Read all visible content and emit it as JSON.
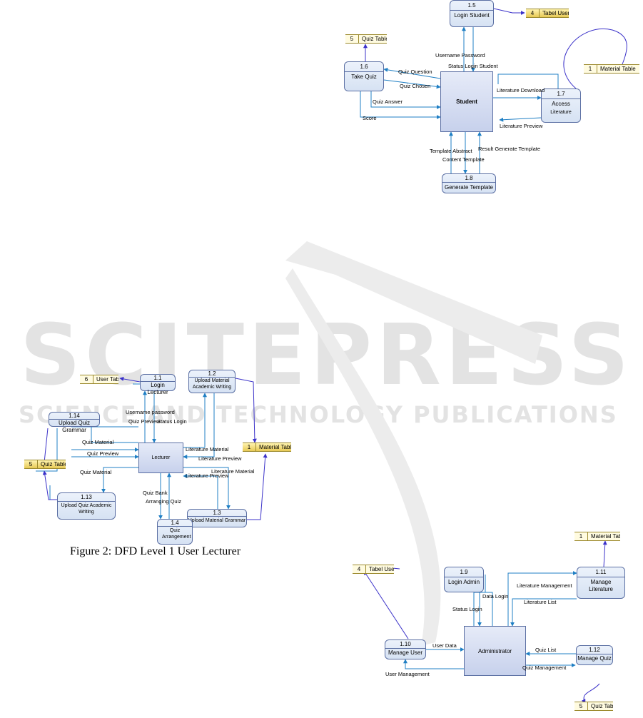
{
  "watermark": {
    "line1": "SCITEPRESS",
    "line2": "SCIENCE AND TECHNOLOGY PUBLICATIONS"
  },
  "student": {
    "entity": "Student",
    "processes": [
      {
        "num": "1.5",
        "name": "Login Student"
      },
      {
        "num": "1.6",
        "name": "Take Quiz"
      },
      {
        "num": "1.7",
        "name": "Access",
        "sub": "Literature"
      },
      {
        "num": "1.8",
        "name": "Generate Template"
      }
    ],
    "stores": [
      {
        "id": "4",
        "name": "Tabel User"
      },
      {
        "id": "5",
        "name": "Quiz Table"
      },
      {
        "id": "1",
        "name": "Material Table"
      }
    ],
    "flows": [
      "Username Password",
      "Status Login Student",
      "Quiz Question",
      "Quiz Chosen",
      "Quiz Answer",
      "Score",
      "Literature Download",
      "Literature Preview",
      "Template Abstract",
      "Content Template",
      "Result Generate Template"
    ]
  },
  "lecturer": {
    "entity": "Lecturer",
    "processes": [
      {
        "num": "1.1",
        "name": "Login Lecturer"
      },
      {
        "num": "1.2",
        "name": "Upload Material Academic Writing"
      },
      {
        "num": "1.3",
        "name": "Upload Material Grammar"
      },
      {
        "num": "1.4",
        "name": "Quiz Arrangement"
      },
      {
        "num": "1.13",
        "name": "Upload Quiz Academic Writing"
      },
      {
        "num": "1.14",
        "name": "Upload Quiz Grammar"
      }
    ],
    "stores": [
      {
        "id": "6",
        "name": "User Table"
      },
      {
        "id": "1",
        "name": "Material Table"
      },
      {
        "id": "5",
        "name": "Quiz Table"
      }
    ],
    "flows": [
      "Username password",
      "Quiz Preview",
      "Status Login",
      "Quiz Material",
      "Quiz Preview",
      "Quiz Material",
      "Literature Material",
      "Literature Preview",
      "Literature Material",
      "Literature Preview",
      "Quiz Bank",
      "Arranging Quiz"
    ],
    "caption": "Figure 2: DFD Level 1 User Lecturer"
  },
  "admin": {
    "entity": "Administrator",
    "processes": [
      {
        "num": "1.9",
        "name": "Login Admin"
      },
      {
        "num": "1.10",
        "name": "Manage User"
      },
      {
        "num": "1.11",
        "name": "Manage Literature"
      },
      {
        "num": "1.12",
        "name": "Manage Quiz"
      }
    ],
    "stores": [
      {
        "id": "4",
        "name": "Tabel User"
      },
      {
        "id": "1",
        "name": "Material Table"
      },
      {
        "id": "5",
        "name": "Quiz Table"
      }
    ],
    "flows": [
      "Data Login",
      "Status Login",
      "User Data",
      "User Management",
      "Literature Management",
      "Literature List",
      "Quiz List",
      "Quiz Management"
    ]
  },
  "colors": {
    "arrow": "#1f7fc4",
    "loop": "#3b32c9",
    "entity": "#c7d1ec",
    "store": "#fffbe0"
  }
}
